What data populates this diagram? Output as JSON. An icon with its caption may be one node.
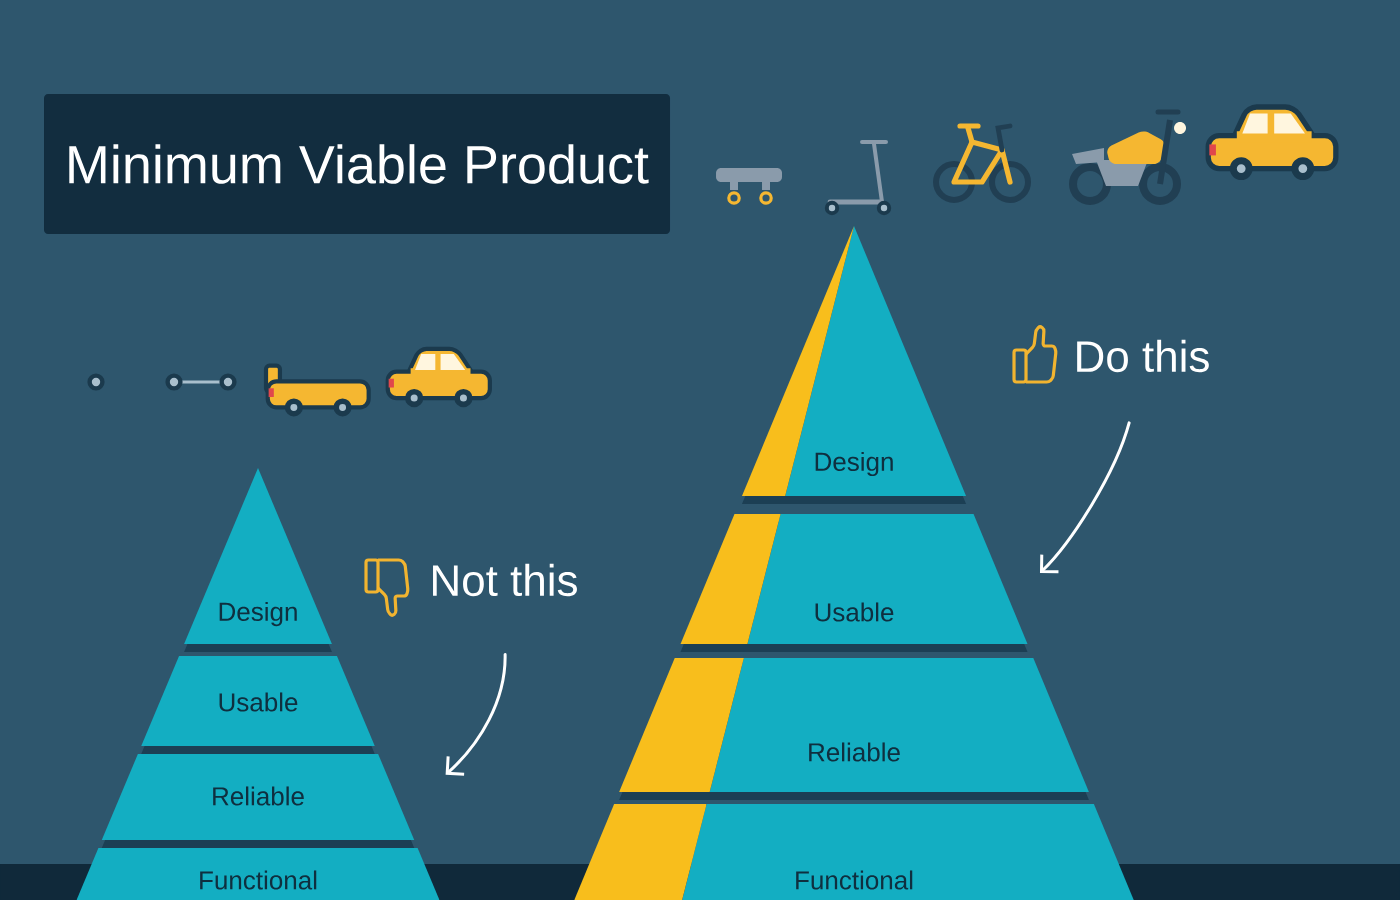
{
  "diagram": {
    "title": "Minimum Viable Product",
    "nodes": [
      {
        "text": [
          "Design"
        ]
      },
      {
        "text": [
          "Usable"
        ]
      },
      {
        "text": [
          "Reliable"
        ]
      },
      {
        "text": [
          "Functional"
        ]
      },
      {
        "text": [
          "Not this"
        ]
      },
      {
        "text": [
          "Design"
        ]
      },
      {
        "text": [
          "Usable"
        ]
      },
      {
        "text": [
          "Reliable"
        ]
      },
      {
        "text": [
          "Functional"
        ]
      },
      {
        "text": [
          "Do this"
        ]
      }
    ],
    "edges": [
      {
        "from": 4,
        "to": 2,
        "arrow": "to"
      },
      {
        "from": 9,
        "to": 6,
        "arrow": "to"
      }
    ]
  }
}
